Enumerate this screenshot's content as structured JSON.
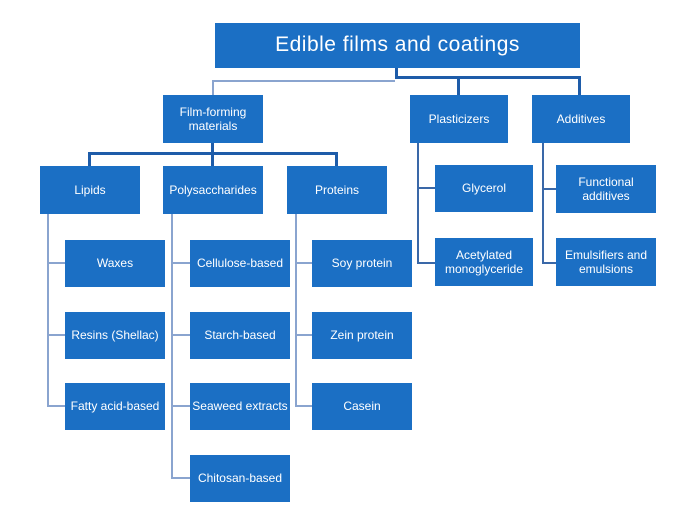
{
  "colors": {
    "box_fill": "#1b6fc4",
    "box_text": "#ffffff",
    "connector_dark": "#1e5ca9",
    "connector_medium": "#3a68a8",
    "connector_light": "#8aa4cf",
    "background": "#ffffff"
  },
  "diagram": {
    "type": "hierarchy-flowchart",
    "root": {
      "label": "Edible films and coatings"
    },
    "branches": [
      {
        "label": "Film-forming materials",
        "children": [
          {
            "label": "Lipids",
            "children": [
              {
                "label": "Waxes"
              },
              {
                "label": "Resins (Shellac)"
              },
              {
                "label": "Fatty acid-based"
              }
            ]
          },
          {
            "label": "Polysaccharides",
            "children": [
              {
                "label": "Cellulose-based"
              },
              {
                "label": "Starch-based"
              },
              {
                "label": "Seaweed extracts"
              },
              {
                "label": "Chitosan-based"
              }
            ]
          },
          {
            "label": "Proteins",
            "children": [
              {
                "label": "Soy protein"
              },
              {
                "label": "Zein protein"
              },
              {
                "label": "Casein"
              }
            ]
          }
        ]
      },
      {
        "label": "Plasticizers",
        "children": [
          {
            "label": "Glycerol"
          },
          {
            "label": "Acetylated monoglyceride"
          }
        ]
      },
      {
        "label": "Additives",
        "children": [
          {
            "label": "Functional additives"
          },
          {
            "label": "Emulsifiers and emulsions"
          }
        ]
      }
    ]
  }
}
